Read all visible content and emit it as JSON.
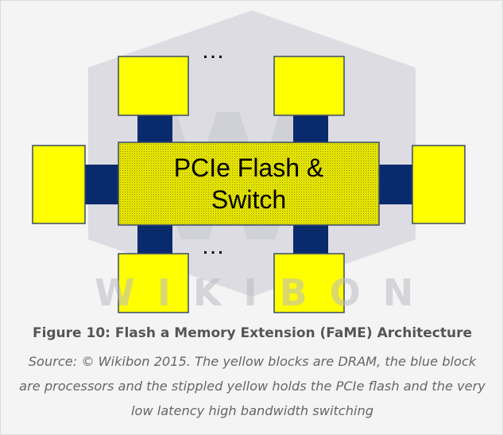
{
  "diagram": {
    "switch_label_line1": "PCIe Flash &",
    "switch_label_line2": "Switch",
    "ellipsis_top": "…",
    "ellipsis_bottom": "…",
    "watermark": "WIKIBON",
    "colors": {
      "dram_yellow": "#FFFF00",
      "processor_blue": "#0A2A6E",
      "flash_stipple_yellow": "#E6E600",
      "outline": "#3A4A6A"
    }
  },
  "caption": {
    "title": "Figure 10: Flash a Memory Extension (FaME) Architecture",
    "source": "Source: © Wikibon 2015. The yellow blocks are DRAM, the blue block are processors and the stippled yellow holds the PCIe flash and the very low latency high bandwidth switching"
  }
}
